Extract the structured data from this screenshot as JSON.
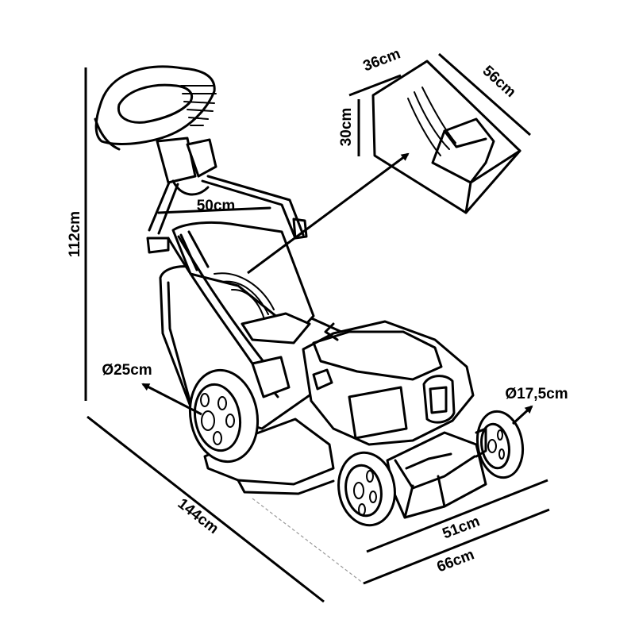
{
  "dimensions": {
    "height": "112cm",
    "handle_width": "50cm",
    "box_width": "36cm",
    "box_length": "56cm",
    "box_height": "30cm",
    "rear_wheel": "Ø25cm",
    "front_wheel": "Ø17,5cm",
    "length": "144cm",
    "deck_width": "51cm",
    "total_width": "66cm"
  }
}
